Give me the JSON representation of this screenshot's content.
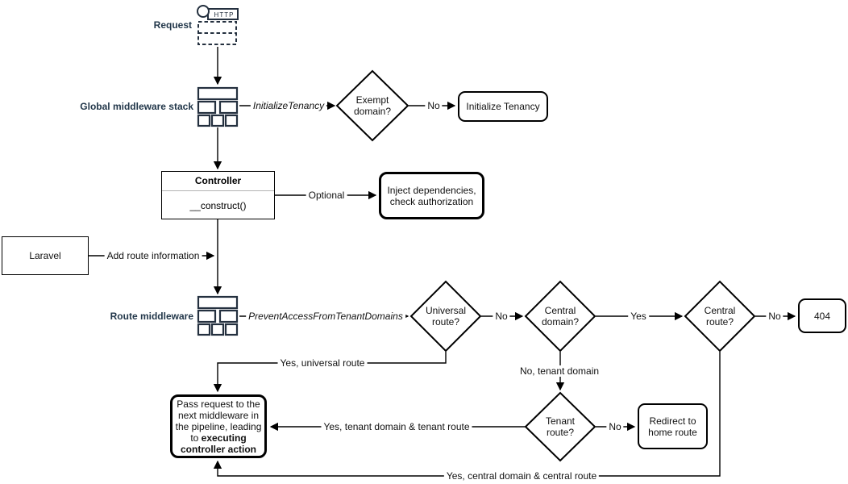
{
  "colors": {
    "accent": "#24303f",
    "line": "#000000",
    "background": "#ffffff",
    "label_text": "#22374a"
  },
  "icons": {
    "request": "http-request-icon",
    "middleware_stack": "middleware-stack-icon",
    "http_label": "HTTP"
  },
  "labels": {
    "request": "Request",
    "global_middleware": "Global middleware stack",
    "route_middleware": "Route middleware"
  },
  "nodes": {
    "exempt_domain": "Exempt\ndomain?",
    "initialize_tenancy": "Initialize Tenancy",
    "controller_title": "Controller",
    "controller_method": "__construct()",
    "inject_dependencies": "Inject dependencies,\ncheck authorization",
    "laravel": "Laravel",
    "universal_route": "Universal\nroute?",
    "central_domain": "Central\ndomain?",
    "central_route": "Central\nroute?",
    "not_found": "404",
    "tenant_route": "Tenant\nroute?",
    "redirect_home": "Redirect to\nhome route",
    "pass_request_text": "Pass request to the next middleware in the pipeline, leading to ",
    "pass_request_emphasis": "executing controller action"
  },
  "edge_labels": {
    "initialize_tenancy_middleware": "InitializeTenancy",
    "prevent_access_middleware": "PreventAccessFromTenantDomains",
    "exempt_no": "No",
    "optional": "Optional",
    "add_route_information": "Add route information",
    "universal_no": "No",
    "central_domain_yes": "Yes",
    "central_route_no": "No",
    "tenant_route_no": "No",
    "universal_yes": "Yes, universal route",
    "tenant_domain_no": "No, tenant domain",
    "tenant_yes": "Yes, tenant domain & tenant route",
    "central_yes": "Yes, central domain & central route"
  }
}
